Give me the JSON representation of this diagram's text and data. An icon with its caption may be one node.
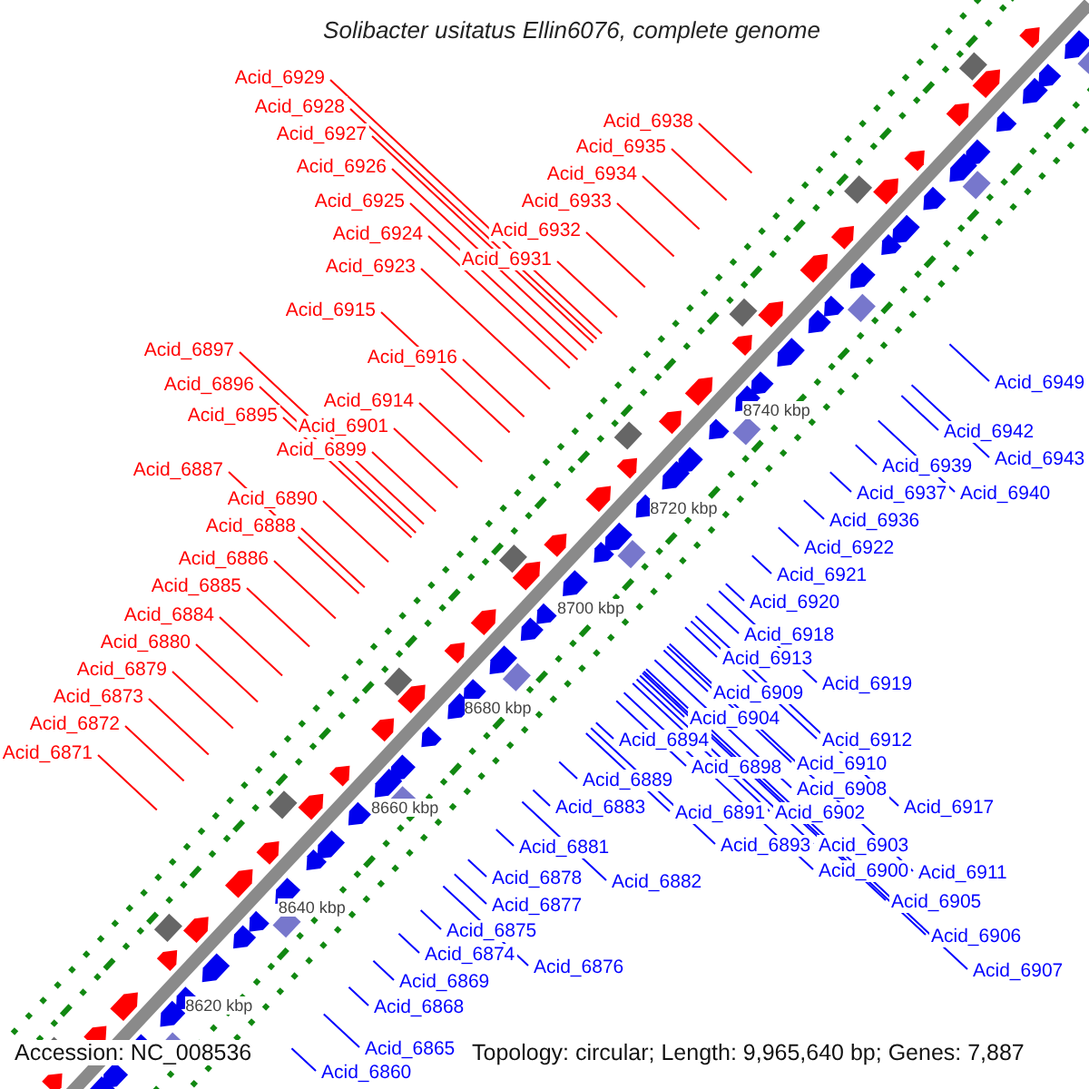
{
  "diagram": {
    "title": "Solibacter usitatus Ellin6076, complete genome",
    "nodes": [
      {
        "text": [
          "Acid_6929"
        ]
      },
      {
        "text": [
          "Acid_6928"
        ]
      },
      {
        "text": [
          "Acid_6938"
        ]
      },
      {
        "text": [
          "Acid_6927"
        ]
      },
      {
        "text": [
          "Acid_6935"
        ]
      },
      {
        "text": [
          "Acid_6926"
        ]
      },
      {
        "text": [
          "Acid_6934"
        ]
      },
      {
        "text": [
          "Acid_6925"
        ]
      },
      {
        "text": [
          "Acid_6933"
        ]
      },
      {
        "text": [
          "Acid_6932"
        ]
      },
      {
        "text": [
          "Acid_6924"
        ]
      },
      {
        "text": [
          "Acid_6931"
        ]
      },
      {
        "text": [
          "Acid_6923"
        ]
      },
      {
        "text": [
          "Acid_6915"
        ]
      },
      {
        "text": [
          "Acid_6897"
        ]
      },
      {
        "text": [
          "Acid_6916"
        ]
      },
      {
        "text": [
          "Acid_6949"
        ]
      },
      {
        "text": [
          "Acid_6896"
        ]
      },
      {
        "text": [
          "Acid_6914"
        ]
      },
      {
        "text": [
          "Acid_6895"
        ]
      },
      {
        "text": [
          "Acid_6901"
        ]
      },
      {
        "text": [
          "Acid_6942"
        ]
      },
      {
        "text": [
          "Acid_6899"
        ]
      },
      {
        "text": [
          "Acid_6943"
        ]
      },
      {
        "text": [
          "Acid_6939"
        ]
      },
      {
        "text": [
          "Acid_6887"
        ]
      },
      {
        "text": [
          "Acid_6937"
        ]
      },
      {
        "text": [
          "Acid_6940"
        ]
      },
      {
        "text": [
          "Acid_6890"
        ]
      },
      {
        "text": [
          "Acid_6936"
        ]
      },
      {
        "text": [
          "Acid_6888"
        ]
      },
      {
        "text": [
          "Acid_6922"
        ]
      },
      {
        "text": [
          "Acid_6886"
        ]
      },
      {
        "text": [
          "Acid_6921"
        ]
      },
      {
        "text": [
          "Acid_6885"
        ]
      },
      {
        "text": [
          "Acid_6920"
        ]
      },
      {
        "text": [
          "Acid_6884"
        ]
      },
      {
        "text": [
          "Acid_6918"
        ]
      },
      {
        "text": [
          "Acid_6880"
        ]
      },
      {
        "text": [
          "Acid_6913"
        ]
      },
      {
        "text": [
          "Acid_6879"
        ]
      },
      {
        "text": [
          "Acid_6919"
        ]
      },
      {
        "text": [
          "Acid_6909"
        ]
      },
      {
        "text": [
          "Acid_6873"
        ]
      },
      {
        "text": [
          "Acid_6904"
        ]
      },
      {
        "text": [
          "Acid_6872"
        ]
      },
      {
        "text": [
          "Acid_6912"
        ]
      },
      {
        "text": [
          "Acid_6894"
        ]
      },
      {
        "text": [
          "Acid_6871"
        ]
      },
      {
        "text": [
          "Acid_6910"
        ]
      },
      {
        "text": [
          "Acid_6898"
        ]
      },
      {
        "text": [
          "Acid_6889"
        ]
      },
      {
        "text": [
          "Acid_6908"
        ]
      },
      {
        "text": [
          "Acid_6917"
        ]
      },
      {
        "text": [
          "Acid_6883"
        ]
      },
      {
        "text": [
          "Acid_6902"
        ]
      },
      {
        "text": [
          "Acid_6891"
        ]
      },
      {
        "text": [
          "Acid_6903"
        ]
      },
      {
        "text": [
          "Acid_6893"
        ]
      },
      {
        "text": [
          "Acid_6881"
        ]
      },
      {
        "text": [
          "Acid_6900"
        ]
      },
      {
        "text": [
          "Acid_6911"
        ]
      },
      {
        "text": [
          "Acid_6878"
        ]
      },
      {
        "text": [
          "Acid_6882"
        ]
      },
      {
        "text": [
          "Acid_6905"
        ]
      },
      {
        "text": [
          "Acid_6877"
        ]
      },
      {
        "text": [
          "Acid_6875"
        ]
      },
      {
        "text": [
          "Acid_6906"
        ]
      },
      {
        "text": [
          "Acid_6874"
        ]
      },
      {
        "text": [
          "Acid_6876"
        ]
      },
      {
        "text": [
          "Acid_6907"
        ]
      },
      {
        "text": [
          "Acid_6869"
        ]
      },
      {
        "text": [
          "Acid_6868"
        ]
      },
      {
        "text": [
          "Acid_6865"
        ]
      },
      {
        "text": [
          "Acid_6860"
        ]
      }
    ],
    "edges": [
      {
        "from": 0,
        "to": null,
        "arrow": "none",
        "color": "#ff0000"
      },
      {
        "from": 1,
        "to": null,
        "arrow": "none",
        "color": "#ff0000"
      },
      {
        "from": 2,
        "to": null,
        "arrow": "none",
        "color": "#ff0000"
      },
      {
        "from": 3,
        "to": null,
        "arrow": "none",
        "color": "#ff0000"
      },
      {
        "from": 4,
        "to": null,
        "arrow": "none",
        "color": "#ff0000"
      },
      {
        "from": 5,
        "to": null,
        "arrow": "none",
        "color": "#ff0000"
      },
      {
        "from": 6,
        "to": null,
        "arrow": "none",
        "color": "#ff0000"
      },
      {
        "from": 7,
        "to": null,
        "arrow": "none",
        "color": "#ff0000"
      },
      {
        "from": 8,
        "to": null,
        "arrow": "none",
        "color": "#ff0000"
      },
      {
        "from": 9,
        "to": null,
        "arrow": "none",
        "color": "#ff0000"
      },
      {
        "from": 10,
        "to": null,
        "arrow": "none",
        "color": "#ff0000"
      },
      {
        "from": 11,
        "to": null,
        "arrow": "none",
        "color": "#ff0000"
      },
      {
        "from": 12,
        "to": null,
        "arrow": "none",
        "color": "#ff0000"
      },
      {
        "from": 13,
        "to": null,
        "arrow": "none",
        "color": "#ff0000"
      },
      {
        "from": 14,
        "to": null,
        "arrow": "none",
        "color": "#ff0000"
      },
      {
        "from": 15,
        "to": null,
        "arrow": "none",
        "color": "#ff0000"
      },
      {
        "from": 16,
        "to": null,
        "arrow": "none"
      },
      {
        "from": 17,
        "to": null,
        "arrow": "none",
        "color": "#ff0000"
      },
      {
        "from": 18,
        "to": null,
        "arrow": "none",
        "color": "#ff0000"
      },
      {
        "from": 19,
        "to": null,
        "arrow": "none",
        "color": "#ff0000"
      },
      {
        "from": 20,
        "to": null,
        "arrow": "none",
        "color": "#ff0000"
      },
      {
        "from": 21,
        "to": null,
        "arrow": "none"
      },
      {
        "from": 22,
        "to": null,
        "arrow": "none",
        "color": "#ff0000"
      },
      {
        "from": 23,
        "to": null,
        "arrow": "none"
      },
      {
        "from": 24,
        "to": null,
        "arrow": "none"
      },
      {
        "from": 25,
        "to": null,
        "arrow": "none",
        "color": "#ff0000"
      },
      {
        "from": 26,
        "to": null,
        "arrow": "none"
      },
      {
        "from": 27,
        "to": null,
        "arrow": "none"
      },
      {
        "from": 28,
        "to": null,
        "arrow": "none",
        "color": "#ff0000"
      },
      {
        "from": 29,
        "to": null,
        "arrow": "none"
      },
      {
        "from": 30,
        "to": null,
        "arrow": "none",
        "color": "#ff0000"
      },
      {
        "from": 31,
        "to": null,
        "arrow": "none"
      },
      {
        "from": 32,
        "to": null,
        "arrow": "none",
        "color": "#ff0000"
      },
      {
        "from": 33,
        "to": null,
        "arrow": "none"
      },
      {
        "from": 34,
        "to": null,
        "arrow": "none",
        "color": "#ff0000"
      },
      {
        "from": 35,
        "to": null,
        "arrow": "none"
      },
      {
        "from": 36,
        "to": null,
        "arrow": "none",
        "color": "#ff0000"
      },
      {
        "from": 37,
        "to": null,
        "arrow": "none"
      },
      {
        "from": 38,
        "to": null,
        "arrow": "none",
        "color": "#ff0000"
      },
      {
        "from": 39,
        "to": null,
        "arrow": "none"
      },
      {
        "from": 40,
        "to": null,
        "arrow": "none",
        "color": "#ff0000"
      },
      {
        "from": 41,
        "to": null,
        "arrow": "none"
      },
      {
        "from": 42,
        "to": null,
        "arrow": "none"
      },
      {
        "from": 43,
        "to": null,
        "arrow": "none",
        "color": "#ff0000"
      },
      {
        "from": 44,
        "to": null,
        "arrow": "none"
      },
      {
        "from": 45,
        "to": null,
        "arrow": "none",
        "color": "#ff0000"
      },
      {
        "from": 46,
        "to": null,
        "arrow": "none"
      },
      {
        "from": 47,
        "to": null,
        "arrow": "none"
      },
      {
        "from": 48,
        "to": null,
        "arrow": "none",
        "color": "#ff0000"
      },
      {
        "from": 49,
        "to": null,
        "arrow": "none"
      },
      {
        "from": 50,
        "to": null,
        "arrow": "none"
      },
      {
        "from": 51,
        "to": null,
        "arrow": "none"
      },
      {
        "from": 52,
        "to": null,
        "arrow": "none"
      },
      {
        "from": 53,
        "to": null,
        "arrow": "none"
      },
      {
        "from": 54,
        "to": null,
        "arrow": "none"
      },
      {
        "from": 55,
        "to": null,
        "arrow": "none"
      },
      {
        "from": 56,
        "to": null,
        "arrow": "none"
      },
      {
        "from": 57,
        "to": null,
        "arrow": "none"
      },
      {
        "from": 58,
        "to": null,
        "arrow": "none"
      },
      {
        "from": 59,
        "to": null,
        "arrow": "none"
      },
      {
        "from": 60,
        "to": null,
        "arrow": "none"
      },
      {
        "from": 61,
        "to": null,
        "arrow": "none"
      },
      {
        "from": 62,
        "to": null,
        "arrow": "none"
      },
      {
        "from": 63,
        "to": null,
        "arrow": "none"
      },
      {
        "from": 64,
        "to": null,
        "arrow": "none"
      },
      {
        "from": 65,
        "to": null,
        "arrow": "none"
      },
      {
        "from": 66,
        "to": null,
        "arrow": "none"
      },
      {
        "from": 67,
        "to": null,
        "arrow": "none"
      },
      {
        "from": 68,
        "to": null,
        "arrow": "none"
      },
      {
        "from": 69,
        "to": null,
        "arrow": "none"
      },
      {
        "from": 70,
        "to": null,
        "arrow": "none"
      },
      {
        "from": 71,
        "to": null,
        "arrow": "none"
      },
      {
        "from": 72,
        "to": null,
        "arrow": "none"
      },
      {
        "from": 73,
        "to": null,
        "arrow": "none"
      },
      {
        "from": 74,
        "to": null,
        "arrow": "none"
      }
    ],
    "labels": [
      "8740 kbp",
      "8720 kbp",
      "8700 kbp",
      "8680 kbp",
      "8660 kbp",
      "8640 kbp",
      "8620 kbp",
      "Accession: NC_008536",
      "Topology: circular; Length: 9,965,640 bp; Genes: 7,887"
    ]
  }
}
